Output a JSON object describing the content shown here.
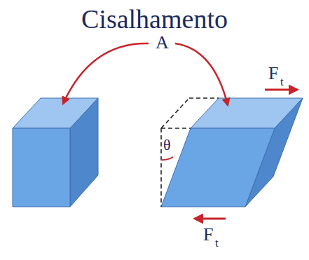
{
  "diagram": {
    "title": "Cisalhamento",
    "labels": [
      "A",
      "θ",
      "F",
      "t",
      "F",
      "t"
    ]
  }
}
